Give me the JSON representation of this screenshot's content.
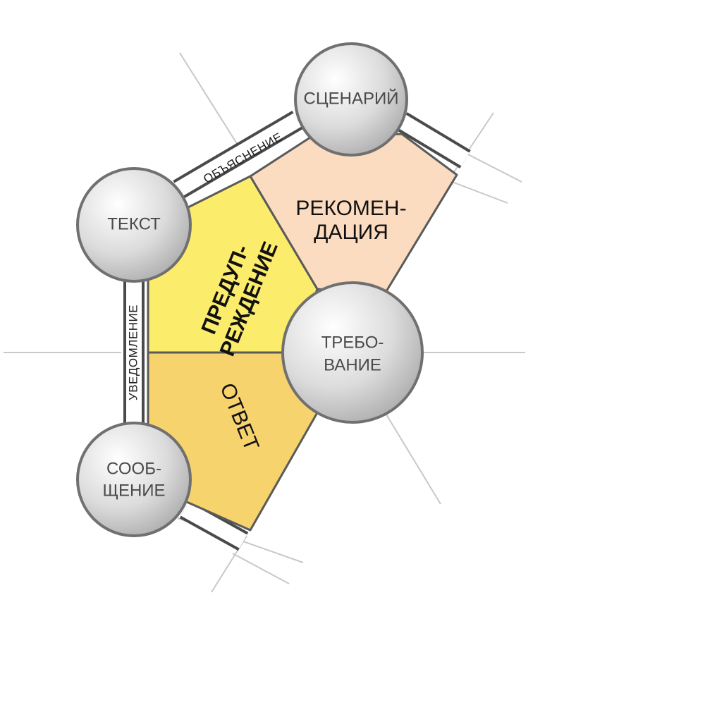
{
  "nodes": {
    "scenario": "СЦЕНАРИЙ",
    "text": "ТЕКСТ",
    "requirement_l1": "ТРЕБО-",
    "requirement_l2": "ВАНИЕ",
    "message_l1": "СООБ-",
    "message_l2": "ЩЕНИЕ"
  },
  "bands": {
    "explanation": "ОБЪЯСНЕНИЕ",
    "notification": "УВЕДОМЛЕНИЕ"
  },
  "regions": {
    "recommendation_l1": "РЕКОМЕН-",
    "recommendation_l2": "ДАЦИЯ",
    "warning_l1": "ПРЕДУП-",
    "warning_l2": "РЕЖДЕНИЕ",
    "answer": "ОТВЕТ"
  },
  "colors": {
    "recommendation": "#fcdcc0",
    "warning": "#fcec6c",
    "answer": "#f6d36c",
    "node_light": "#ffffff",
    "node_mid": "#dcdcdc",
    "node_dark": "#a8a8a8"
  }
}
